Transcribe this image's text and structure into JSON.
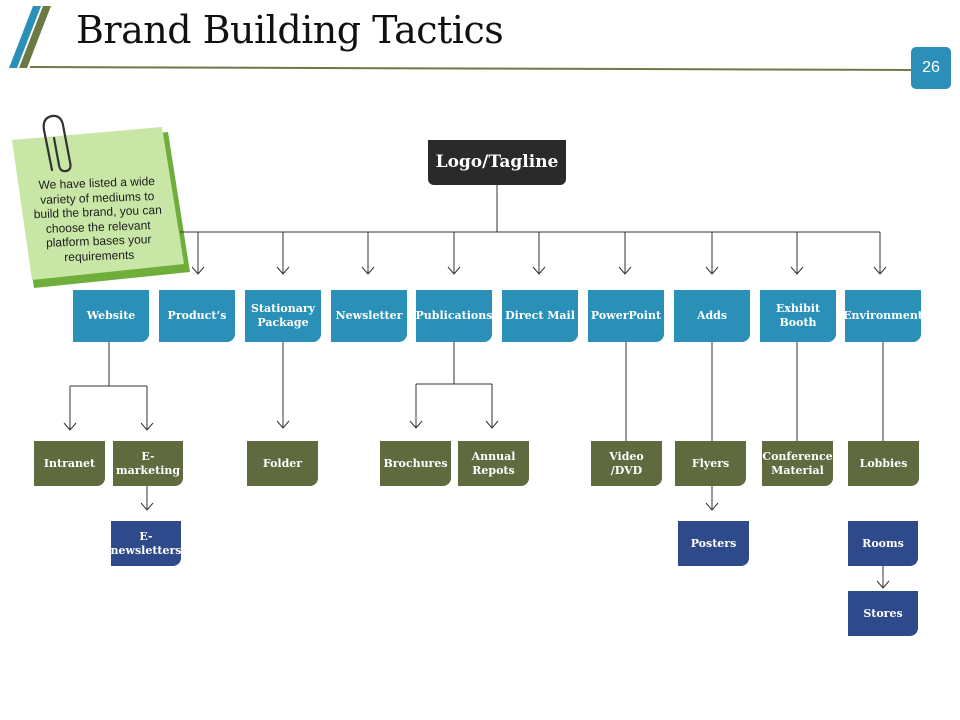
{
  "slide": {
    "title": "Brand Building Tactics",
    "page_number": "26",
    "note": "We have listed a wide variety of mediums to build the brand, you can choose the relevant platform bases your requirements"
  },
  "diagram": {
    "root": "Logo/Tagline",
    "level1": [
      "Website",
      "Product’s",
      "Stationary Package",
      "Newsletter",
      "Publications",
      "Direct Mail",
      "PowerPoint",
      "Adds",
      "Exhibit Booth",
      "Environment"
    ],
    "level2": {
      "website_children": [
        "Intranet",
        "E-marketing"
      ],
      "e_marketing_child": "E-newsletters",
      "stationary_child": "Folder",
      "publications_children": [
        "Brochures",
        "Annual Repots"
      ],
      "powerpoint_child": "Video /DVD",
      "adds_child": "Flyers",
      "flyers_child": "Posters",
      "exhibit_child": "Conference Material",
      "environment_child": "Lobbies",
      "lobbies_child": "Rooms",
      "rooms_child": "Stores"
    }
  },
  "colors": {
    "root": "#2a2a2a",
    "level1": "#2a90b8",
    "level2": "#5f6b3e",
    "level3": "#2f4a8a",
    "note": "#c8e6a5"
  }
}
